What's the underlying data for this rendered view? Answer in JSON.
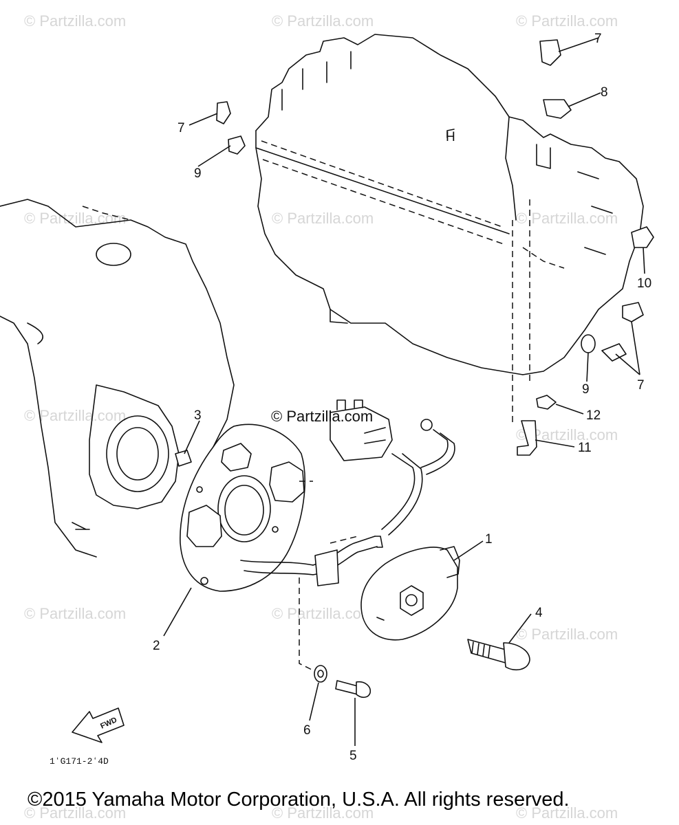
{
  "watermarks": {
    "text": "© Partzilla.com",
    "center_text": "© Partzilla.com"
  },
  "callouts": {
    "c1": "1",
    "c2": "2",
    "c3": "3",
    "c4": "4",
    "c5": "5",
    "c6": "6",
    "c7_top": "7",
    "c7_left": "7",
    "c7_right": "7",
    "c8": "8",
    "c9_left": "9",
    "c9_right": "9",
    "c10": "10",
    "c11": "11",
    "c12": "12"
  },
  "diagram_code": "1ʻG171-2ʻ4D",
  "fwd_label": "FWD",
  "engine_mark": "H",
  "copyright": "©2015 Yamaha Motor Corporation, U.S.A. All rights reserved."
}
